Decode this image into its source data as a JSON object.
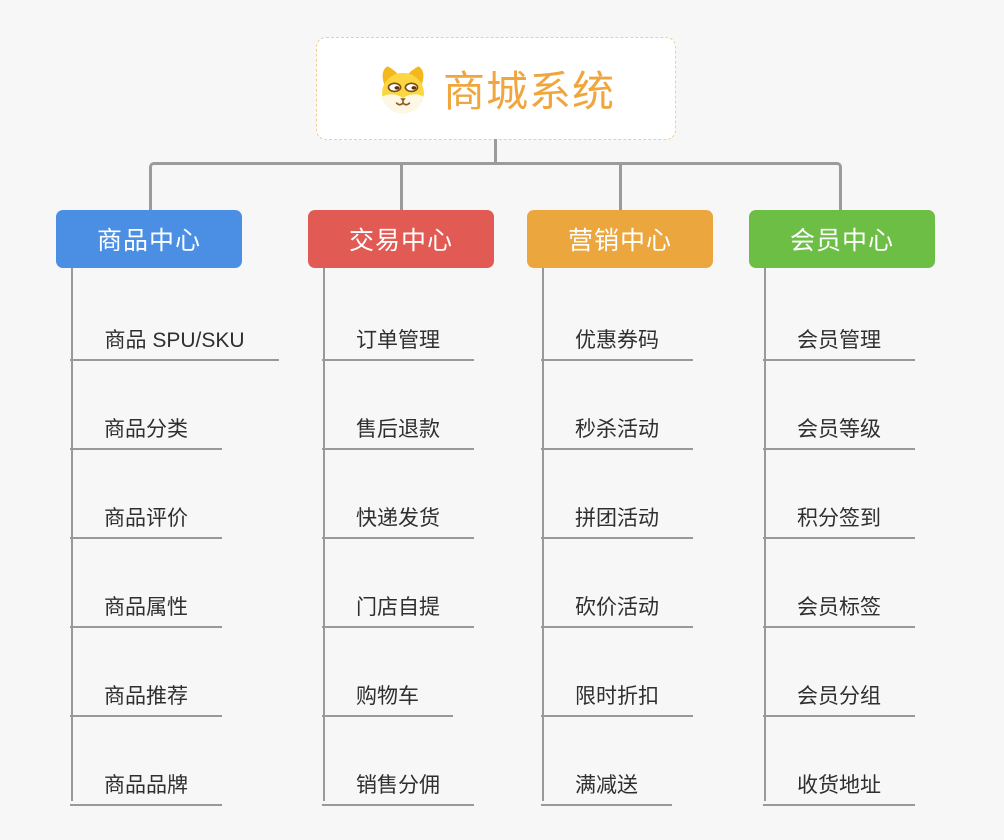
{
  "root": {
    "title": "商城系统",
    "icon": "dog-face-icon",
    "title_color": "#f0a63c",
    "border_color": "#f2ce92"
  },
  "branches": [
    {
      "label": "商品中心",
      "color": "#4b8fe5",
      "items": [
        "商品 SPU/SKU",
        "商品分类",
        "商品评价",
        "商品属性",
        "商品推荐",
        "商品品牌"
      ]
    },
    {
      "label": "交易中心",
      "color": "#e25a54",
      "items": [
        "订单管理",
        "售后退款",
        "快递发货",
        "门店自提",
        "购物车",
        "销售分佣"
      ]
    },
    {
      "label": "营销中心",
      "color": "#eba73d",
      "items": [
        "优惠券码",
        "秒杀活动",
        "拼团活动",
        "砍价活动",
        "限时折扣",
        "满减送"
      ]
    },
    {
      "label": "会员中心",
      "color": "#6dbe45",
      "items": [
        "会员管理",
        "会员等级",
        "积分签到",
        "会员标签",
        "会员分组",
        "收货地址"
      ]
    }
  ],
  "colors": {
    "background": "#f7f7f7",
    "connector": "#9b9b9b",
    "item_line": "#999999",
    "item_text": "#2f2f2f"
  }
}
